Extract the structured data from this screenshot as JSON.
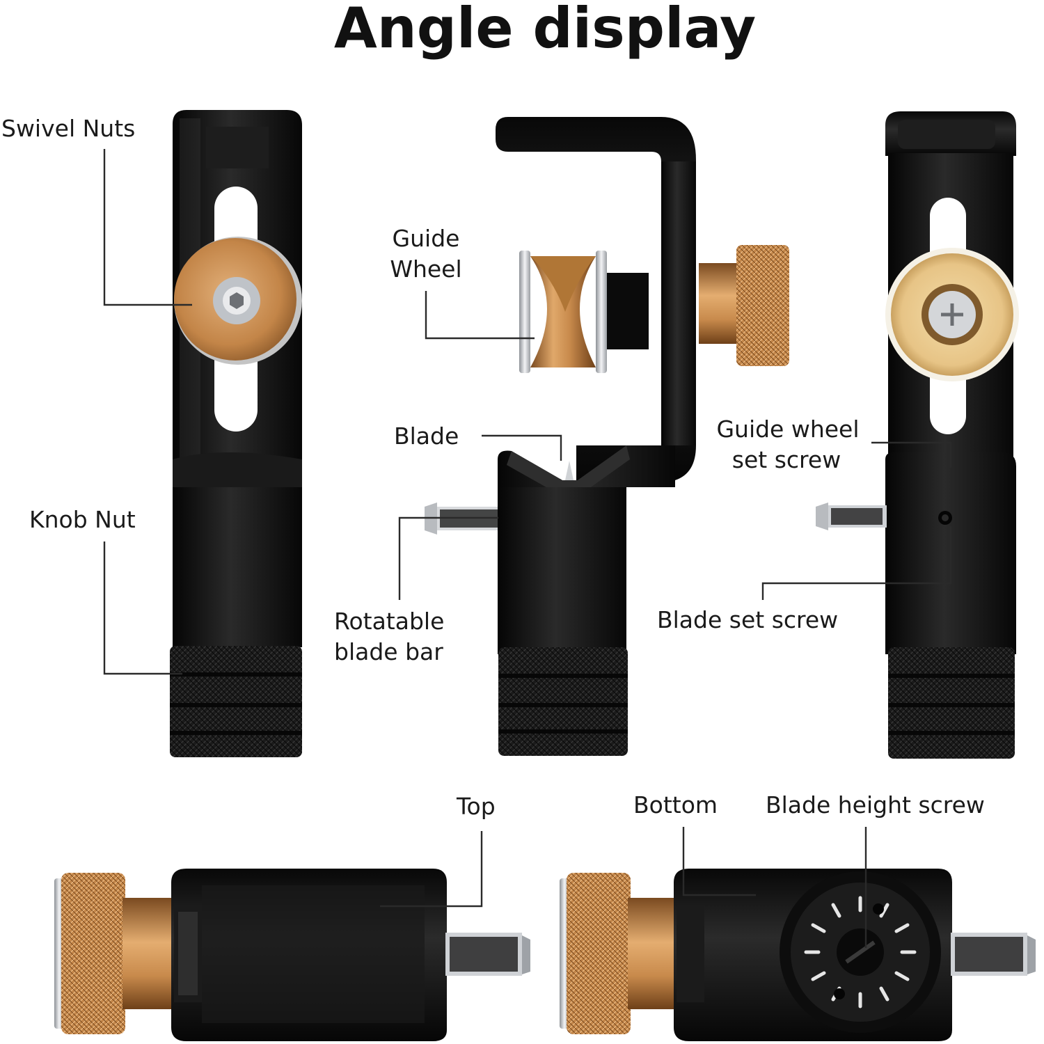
{
  "title": "Angle display",
  "labels": {
    "swivel_nuts": "Swivel Nuts",
    "knob_nut": "Knob Nut",
    "guide_wheel_1": "Guide",
    "guide_wheel_2": "Wheel",
    "blade": "Blade",
    "rotatable_1": "Rotatable",
    "rotatable_2": "blade bar",
    "gw_set_screw_1": "Guide wheel",
    "gw_set_screw_2": "set screw",
    "blade_set_screw": "Blade set screw",
    "top": "Top",
    "bottom": "Bottom",
    "blade_height_screw": "Blade height screw"
  },
  "colors": {
    "body_black": "#111111",
    "body_edge": "#2b2b2b",
    "brass": "#c88a4c",
    "brass_dark": "#8c5a2a",
    "steel": "#cfd2d6",
    "label_text": "#1a1a1a"
  }
}
